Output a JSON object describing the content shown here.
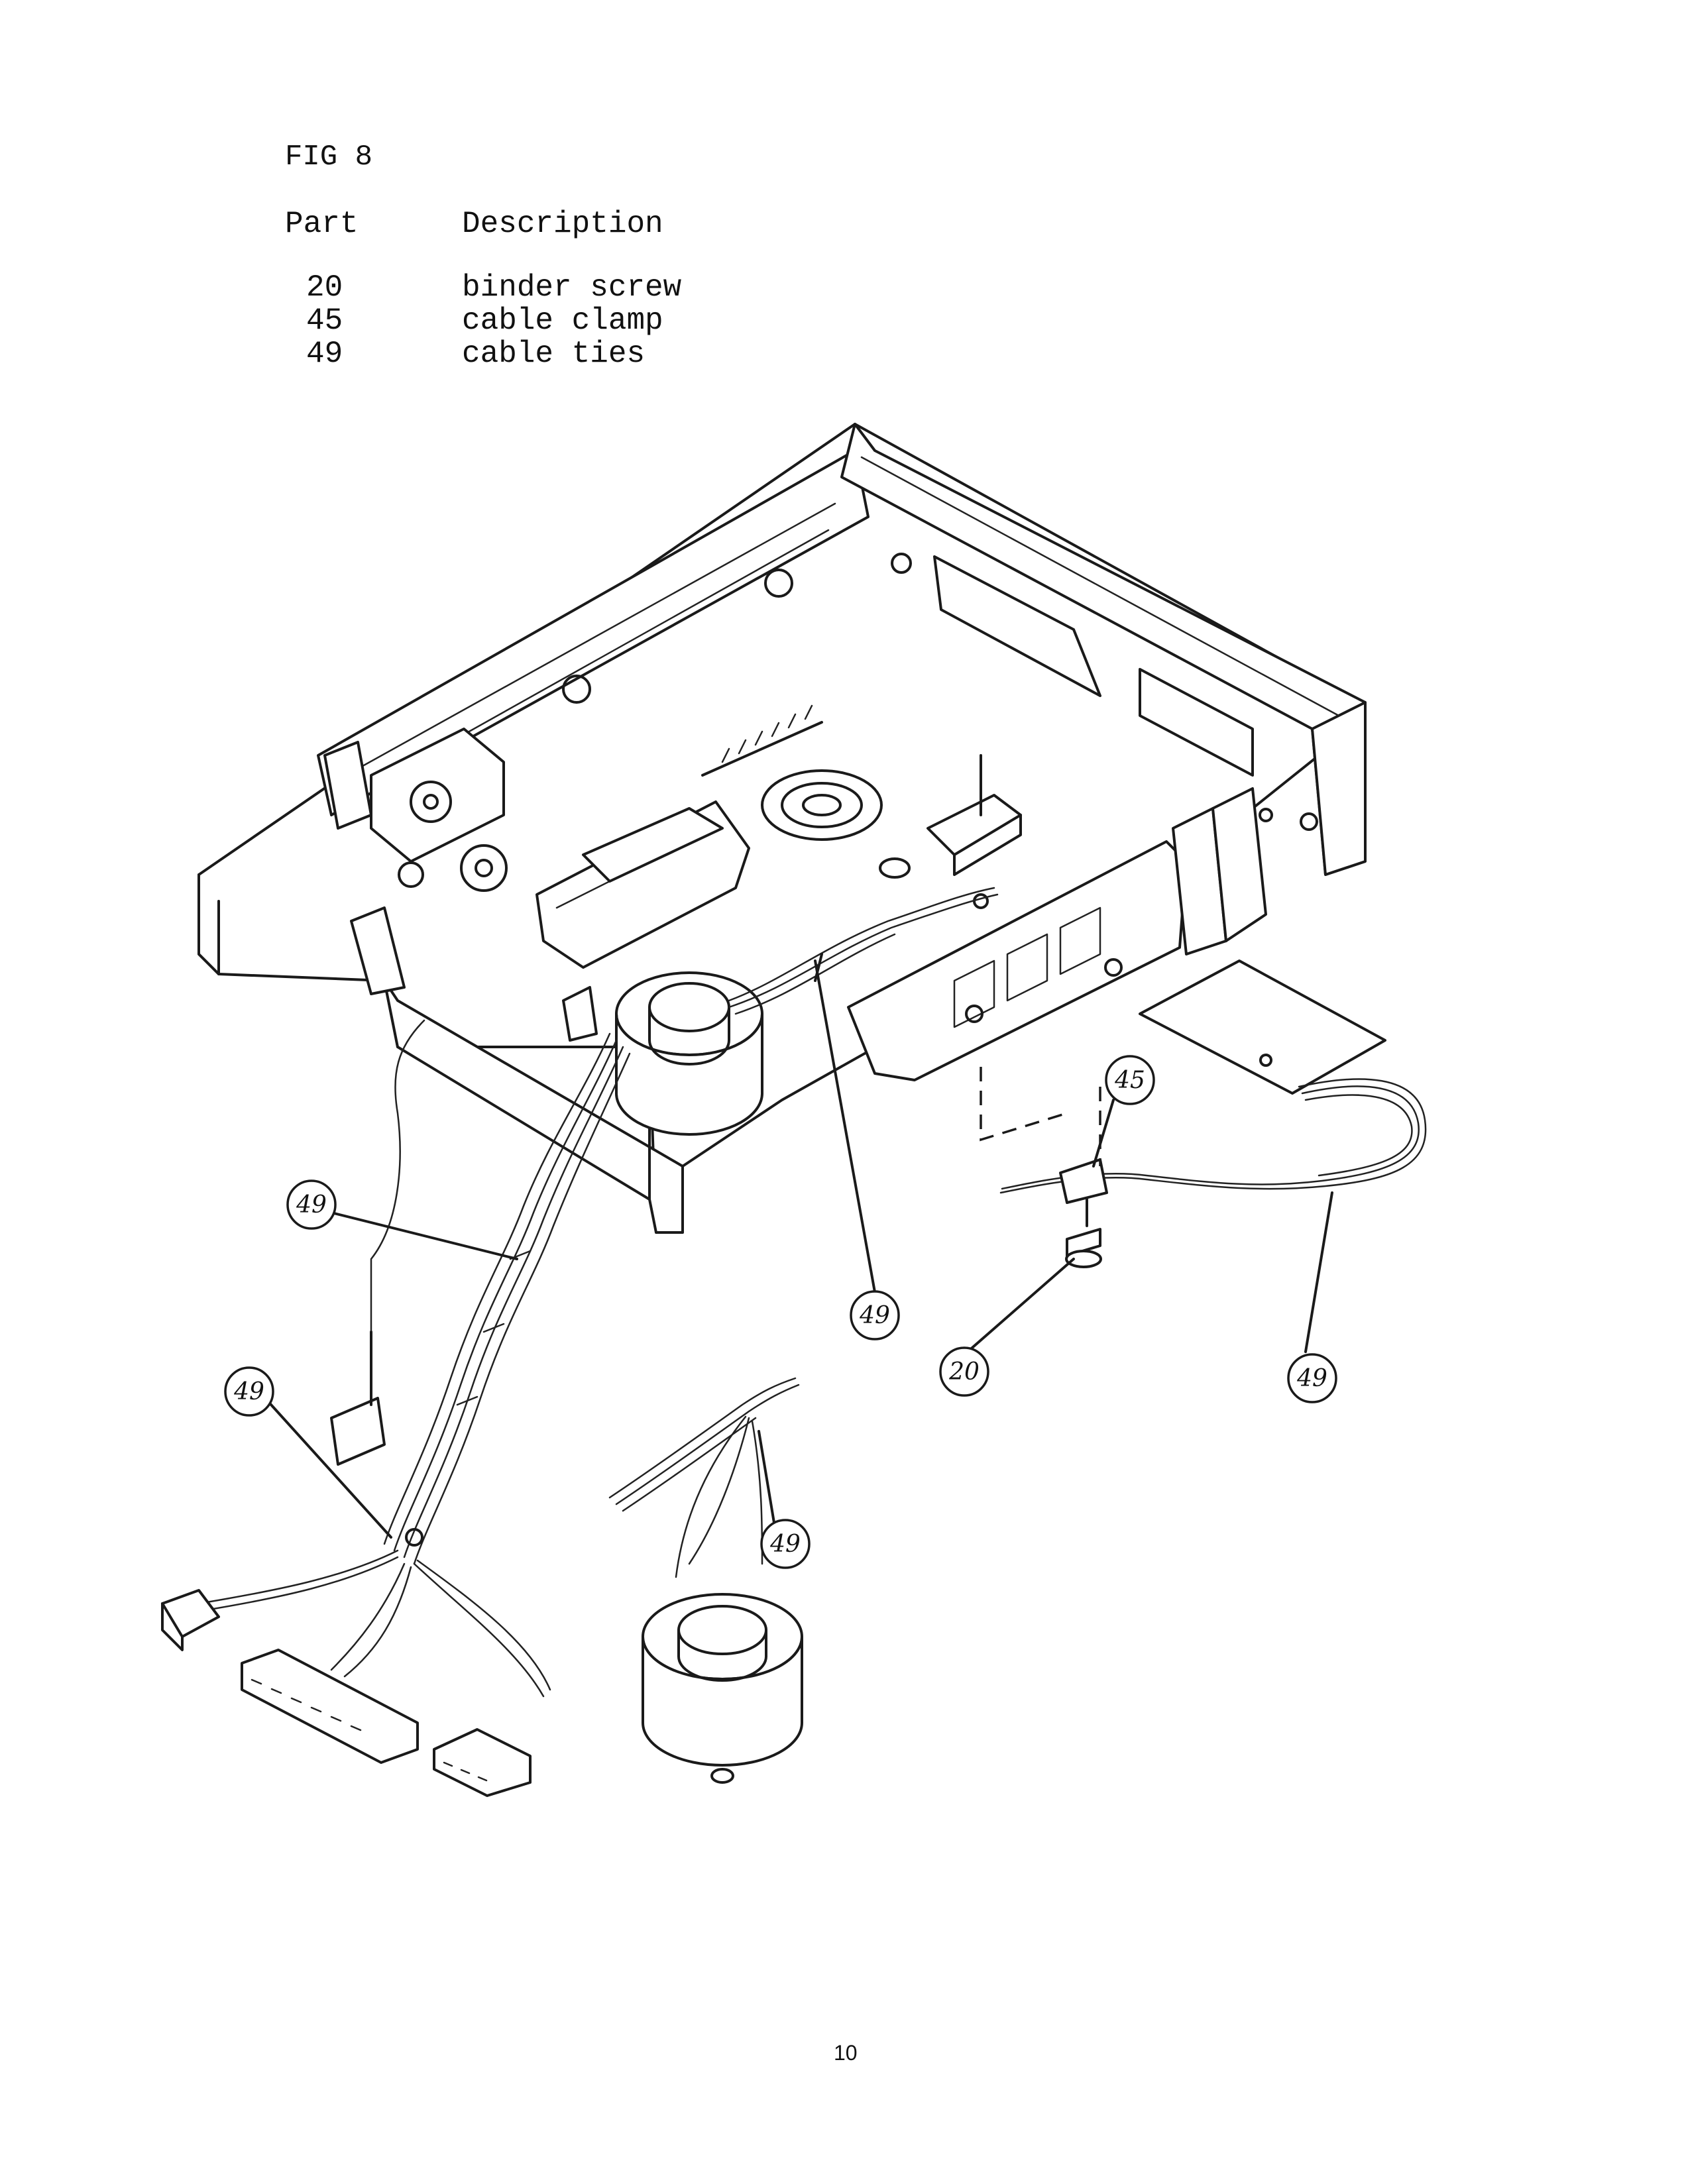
{
  "figure": {
    "title": "FIG 8"
  },
  "parts_table": {
    "header_part": "Part",
    "header_description": "Description",
    "rows": [
      {
        "part": "20",
        "description": "binder screw"
      },
      {
        "part": "45",
        "description": "cable clamp"
      },
      {
        "part": "49",
        "description": "cable ties"
      }
    ]
  },
  "callouts": [
    "49",
    "49",
    "49",
    "20",
    "45",
    "49",
    "49"
  ],
  "page_number": "10"
}
